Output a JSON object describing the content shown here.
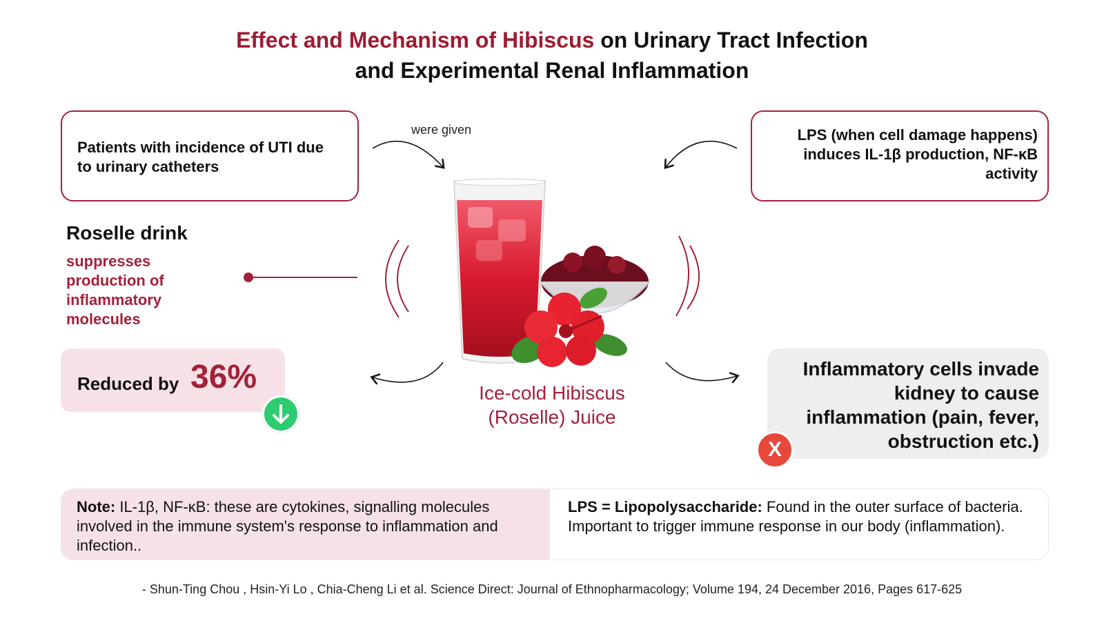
{
  "title": {
    "accent": "Effect and Mechanism of Hibiscus",
    "rest_line1": " on Urinary Tract Infection",
    "line2": "and Experimental Renal Inflammation"
  },
  "left_top_box": {
    "text": "Patients with incidence of UTI due to urinary catheters"
  },
  "flow_label": "were given",
  "right_top_box": {
    "text": "LPS (when cell damage happens) induces IL-1β production, NF-κB activity"
  },
  "roselle": {
    "title": "Roselle drink",
    "desc": "suppresses production of inflammatory molecules"
  },
  "reduced": {
    "label": "Reduced by",
    "value": "36%"
  },
  "center_label": {
    "line1": "Ice-cold Hibiscus",
    "line2": "(Roselle) Juice"
  },
  "inflammation_box": {
    "text": "Inflammatory cells invade kidney to cause inflammation (pain, fever, obstruction etc.)"
  },
  "icons": {
    "down_arrow": "arrow-down-icon",
    "cross": "x-icon",
    "cross_glyph": "X"
  },
  "notes": {
    "left_bold": "Note:",
    "left_text": " IL-1β, NF-κB: these are cytokines, signalling molecules involved in the immune system's response to inflammation and infection..",
    "right_bold": "LPS = Lipopolysaccharide:",
    "right_text": " Found in the outer surface of bacteria. Important to trigger immune response in our body (inflammation)."
  },
  "citation": "-  Shun-Ting Chou , Hsin-Yi Lo , Chia-Cheng Li et al. Science Direct: Journal of Ethnopharmacology; Volume 194, 24 December 2016, Pages 617-625",
  "colors": {
    "accent": "#a4213a",
    "pink_bg": "#f6e2e6",
    "grey_bg": "#eeeeee",
    "green": "#2ecc71",
    "red_icon": "#e8473b"
  }
}
